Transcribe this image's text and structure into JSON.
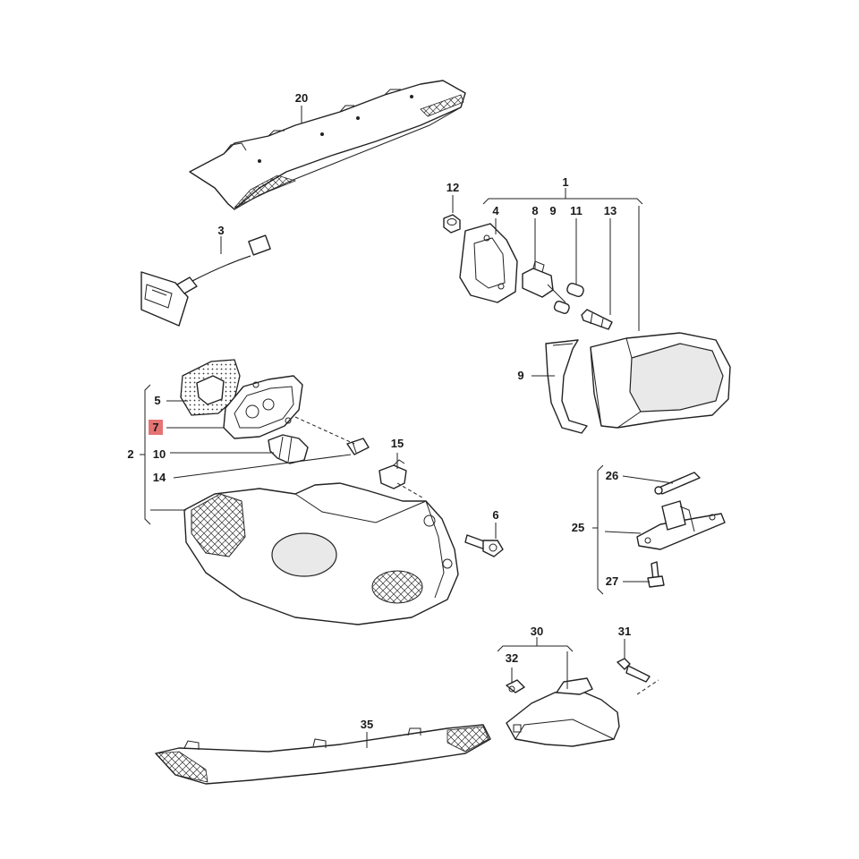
{
  "callouts": {
    "c1": "1",
    "c2": "2",
    "c3": "3",
    "c4": "4",
    "c5": "5",
    "c6": "6",
    "c7": "7",
    "c8": "8",
    "c9a": "9",
    "c9b": "9",
    "c10": "10",
    "c11": "11",
    "c12": "12",
    "c13": "13",
    "c14": "14",
    "c15": "15",
    "c20": "20",
    "c25": "25",
    "c26": "26",
    "c27": "27",
    "c30": "30",
    "c31": "31",
    "c32": "32",
    "c35": "35"
  },
  "highlight_color": "#e05a5a",
  "highlighted_callout": "7"
}
